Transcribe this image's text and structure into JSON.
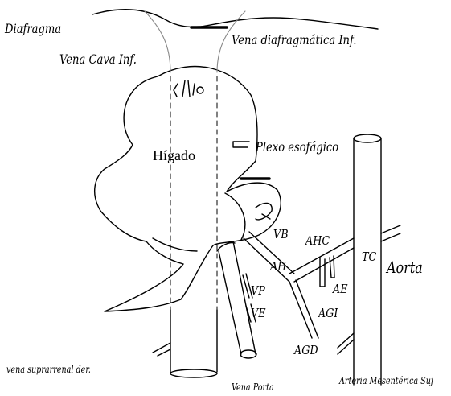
{
  "labels": {
    "diafragma": "Diafragma",
    "vena_diafragmatica": "Vena diafragmática Inf.",
    "vena_cava": "Vena Cava Inf.",
    "higado": "Hígado",
    "plexo": "Plexo esofágico",
    "vb": "VB",
    "ahc": "AHC",
    "tc": "TC",
    "aorta": "Aorta",
    "ah": "AH",
    "ae": "AE",
    "vp": "VP",
    "ve": "VE",
    "agi": "AGI",
    "agd": "AGD",
    "vena_suprarrenal": "vena suprarrenal der.",
    "vena_porta": "Vena Porta",
    "arteria_mesenterica": "Arteria Mesentérica Suj"
  }
}
